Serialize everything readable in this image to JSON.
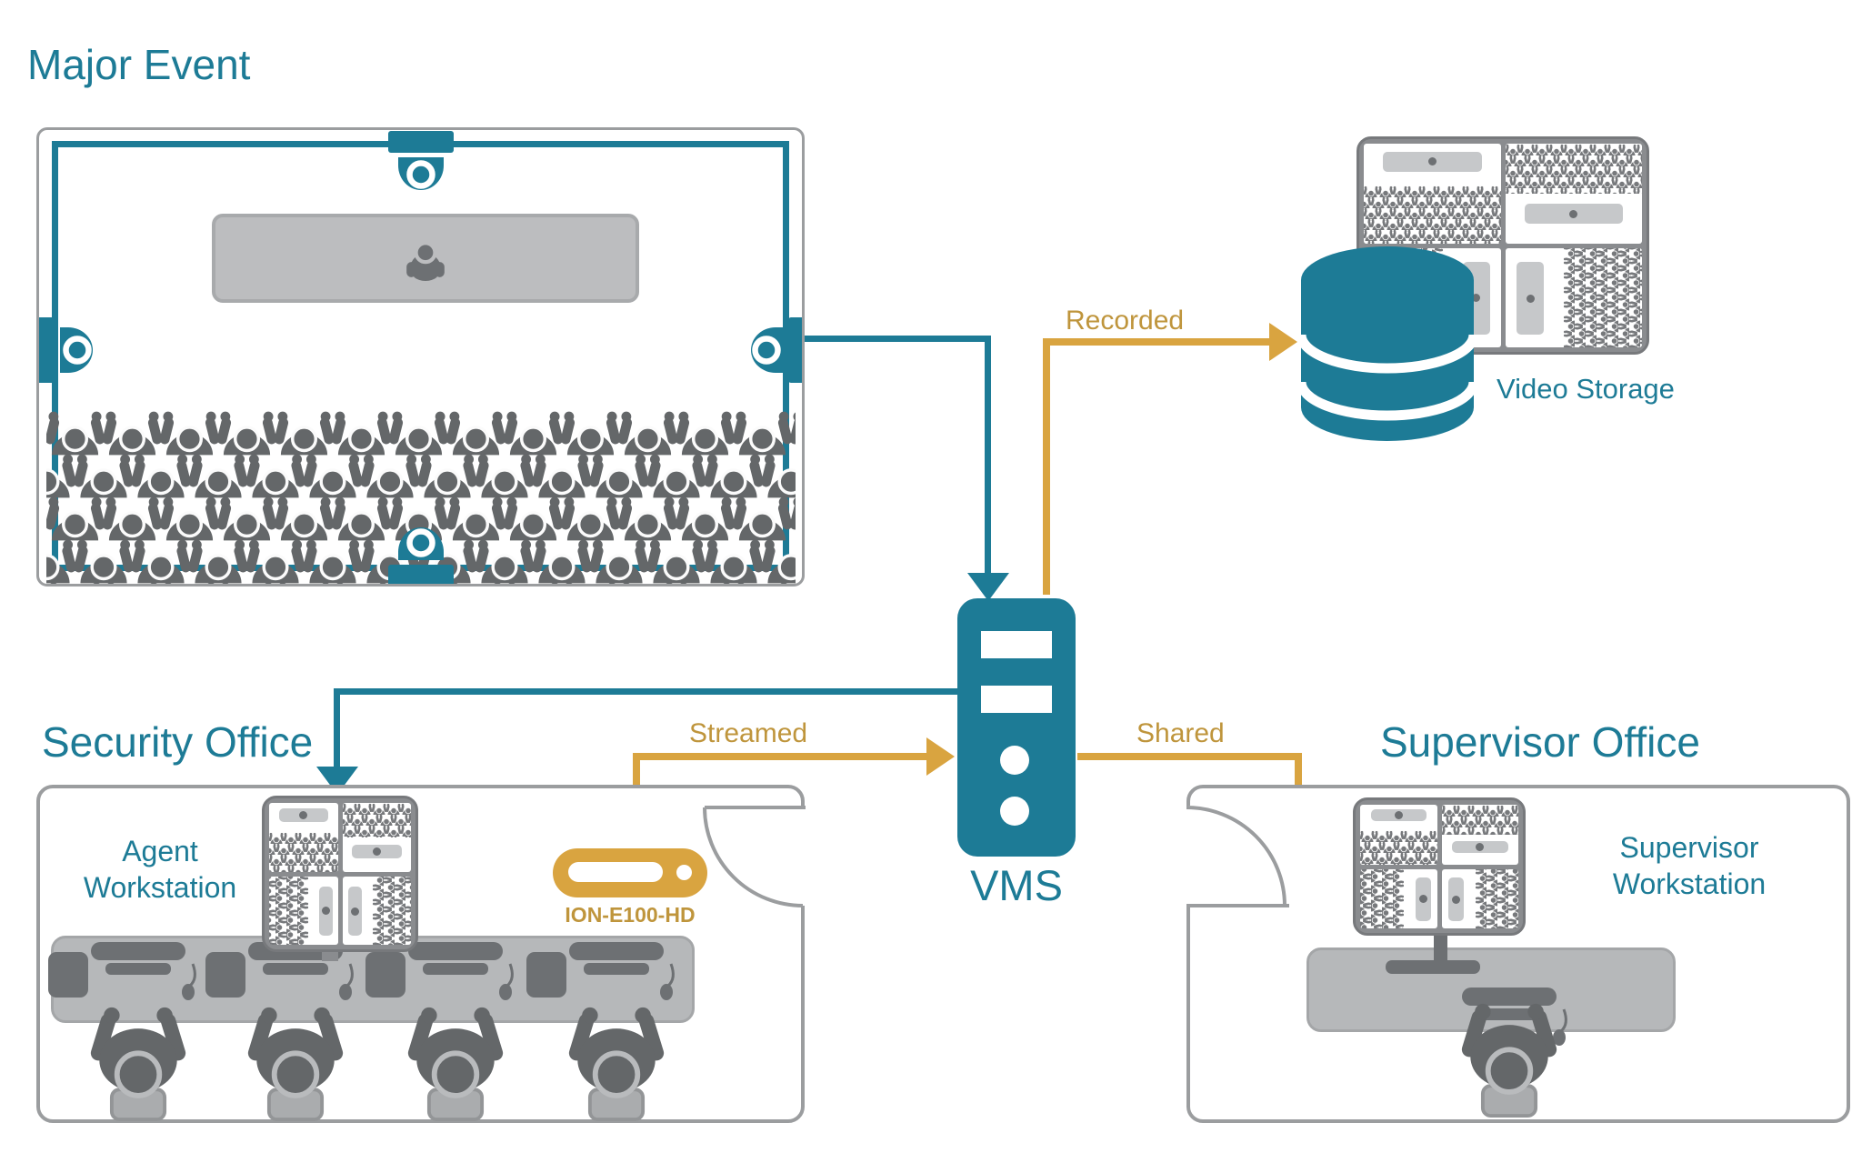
{
  "colors": {
    "teal": "#1d7b96",
    "gold": "#d9a440",
    "gold_text": "#bf953c"
  },
  "sections": {
    "major_event": {
      "title": "Major Event"
    },
    "video_storage": {
      "label": "Video Storage"
    },
    "vms": {
      "label": "VMS"
    },
    "security_office": {
      "title": "Security Office",
      "workstation_label": {
        "line1": "Agent",
        "line2": "Workstation"
      },
      "encoder_label": "ION-E100-HD"
    },
    "supervisor_office": {
      "title": "Supervisor Office",
      "workstation_label": {
        "line1": "Supervisor",
        "line2": "Workstation"
      }
    }
  },
  "flows": {
    "recorded": "Recorded",
    "streamed": "Streamed",
    "shared": "Shared"
  }
}
